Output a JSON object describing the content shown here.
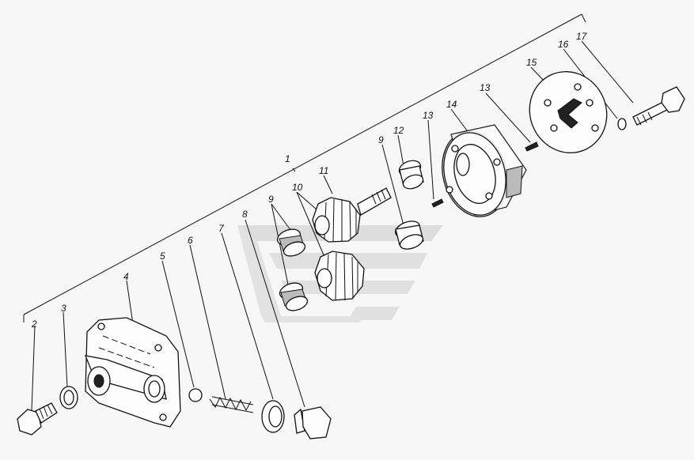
{
  "diagram": {
    "labels": [
      {
        "id": "1",
        "text": "1"
      },
      {
        "id": "2",
        "text": "2"
      },
      {
        "id": "3",
        "text": "3"
      },
      {
        "id": "4",
        "text": "4"
      },
      {
        "id": "5",
        "text": "5"
      },
      {
        "id": "6",
        "text": "6"
      },
      {
        "id": "7",
        "text": "7"
      },
      {
        "id": "8",
        "text": "8"
      },
      {
        "id": "9a",
        "text": "9"
      },
      {
        "id": "9b",
        "text": "9"
      },
      {
        "id": "10",
        "text": "10"
      },
      {
        "id": "11",
        "text": "11"
      },
      {
        "id": "12",
        "text": "12"
      },
      {
        "id": "13a",
        "text": "13"
      },
      {
        "id": "13b",
        "text": "13"
      },
      {
        "id": "14",
        "text": "14"
      },
      {
        "id": "15",
        "text": "15"
      },
      {
        "id": "16",
        "text": "16"
      },
      {
        "id": "17",
        "text": "17"
      }
    ],
    "colors": {
      "ink": "#111111",
      "background": "#f7f7f7",
      "watermark": "#d0d0d0"
    }
  }
}
